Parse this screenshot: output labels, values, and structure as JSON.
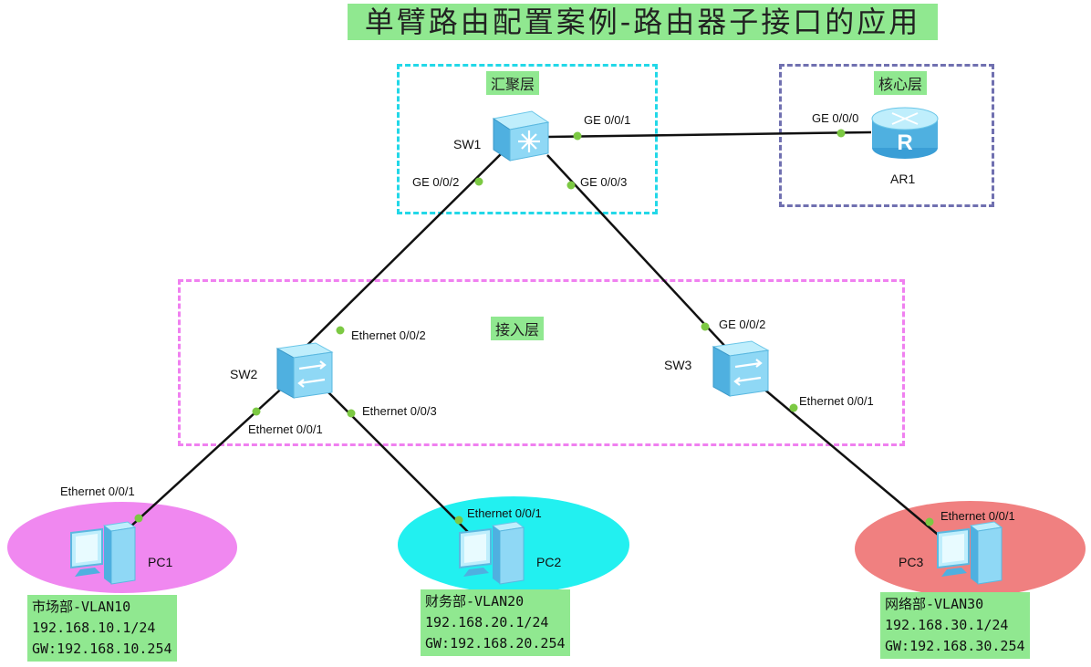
{
  "title": "单臂路由配置案例-路由器子接口的应用",
  "zones": {
    "aggregation": "汇聚层",
    "core": "核心层",
    "access": "接入层"
  },
  "devices": {
    "sw1": "SW1",
    "sw2": "SW2",
    "sw3": "SW3",
    "ar1": "AR1",
    "pc1": "PC1",
    "pc2": "PC2",
    "pc3": "PC3"
  },
  "ports": {
    "sw1_ge001": "GE 0/0/1",
    "ar1_ge000": "GE 0/0/0",
    "sw1_ge002": "GE 0/0/2",
    "sw1_ge003": "GE 0/0/3",
    "sw2_eth002": "Ethernet 0/0/2",
    "sw2_eth001": "Ethernet 0/0/1",
    "sw2_eth003": "Ethernet 0/0/3",
    "sw3_ge002": "GE 0/0/2",
    "sw3_eth001": "Ethernet 0/0/1",
    "pc1_eth001": "Ethernet 0/0/1",
    "pc2_eth001": "Ethernet 0/0/1",
    "pc3_eth001": "Ethernet 0/0/1"
  },
  "hosts": {
    "pc1": {
      "dept": "市场部-VLAN10",
      "ip": "192.168.10.1/24",
      "gw": "GW:192.168.10.254"
    },
    "pc2": {
      "dept": "财务部-VLAN20",
      "ip": "192.168.20.1/24",
      "gw": "GW:192.168.20.254"
    },
    "pc3": {
      "dept": "网络部-VLAN30",
      "ip": "192.168.30.1/24",
      "gw": "GW:192.168.30.254"
    }
  },
  "colors": {
    "label_bg": "#90e890",
    "agg_border": "#22d8e8",
    "core_border": "#7070b0",
    "access_border": "#f080f0",
    "pc1_area": "#f088f0",
    "pc2_area": "#22f0f0",
    "pc3_area": "#f08080",
    "port_dot": "#7cc943",
    "link": "#111111"
  }
}
